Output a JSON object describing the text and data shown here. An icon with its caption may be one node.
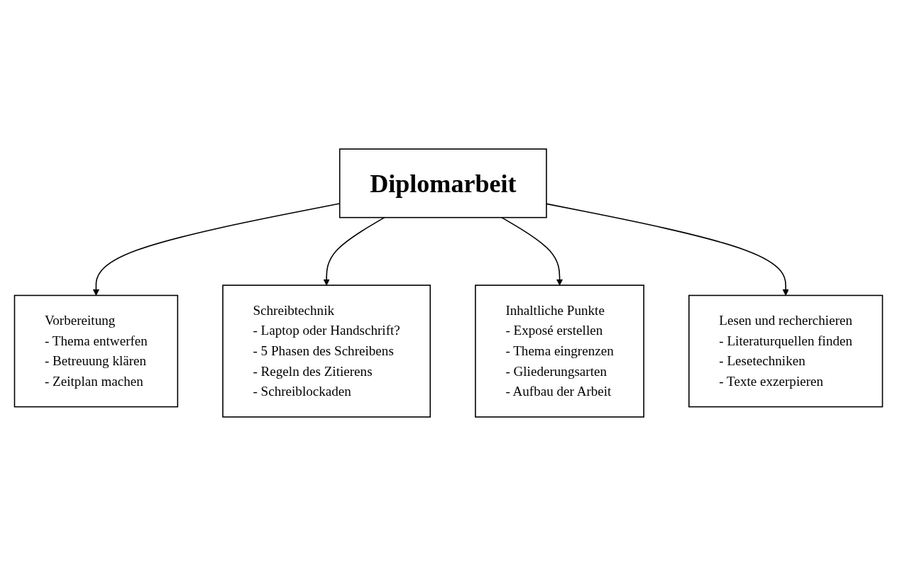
{
  "diagram": {
    "nodes": [
      {
        "text": [
          "Vorbereitung",
          "- Thema entwerfen",
          "- Betreuung klären",
          "- Zeitplan machen"
        ]
      },
      {
        "text": [
          "Schreibtechnik",
          "- Laptop oder Handschrift?",
          "- 5 Phasen des Schreibens",
          "- Regeln des Zitierens",
          "- Schreiblockaden"
        ]
      },
      {
        "text": [
          "Diplomarbeit"
        ]
      },
      {
        "text": [
          "Inhaltliche Punkte",
          "- Exposé erstellen",
          "- Thema eingrenzen",
          "- Gliederungsarten",
          "- Aufbau der Arbeit"
        ]
      },
      {
        "text": [
          "Lesen und recherchieren",
          "- Literaturquellen finden",
          "- Lesetechniken",
          "- Texte exzerpieren"
        ]
      }
    ],
    "edges": [
      {
        "from": 2,
        "to": 0,
        "arrow": "to"
      },
      {
        "from": 2,
        "to": 1,
        "arrow": "to"
      },
      {
        "from": 2,
        "to": 3,
        "arrow": "to"
      },
      {
        "from": 2,
        "to": 4,
        "arrow": "to"
      }
    ]
  }
}
